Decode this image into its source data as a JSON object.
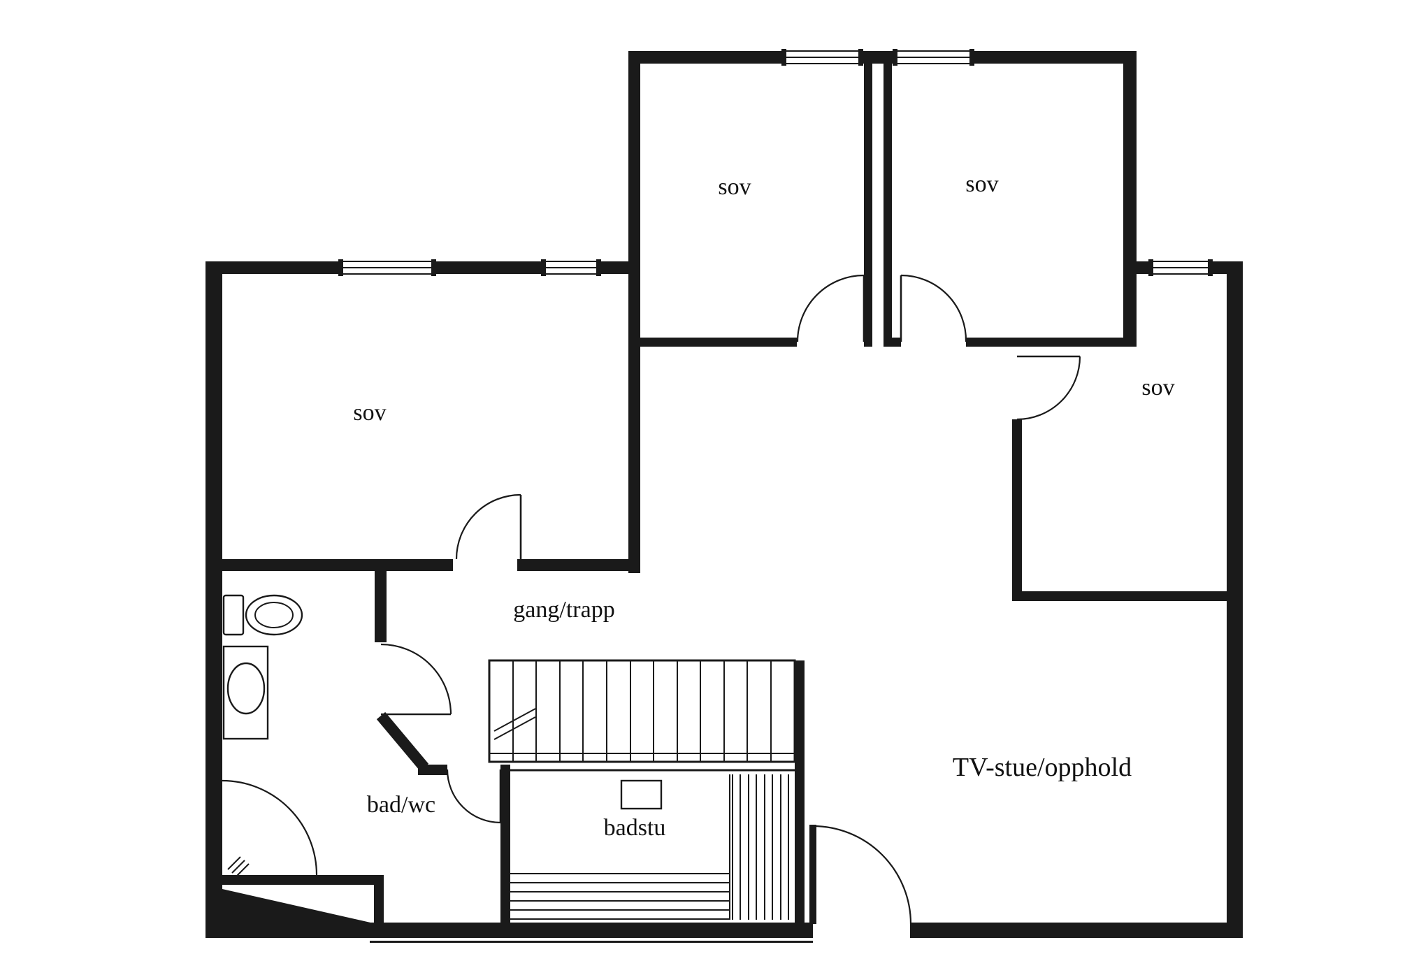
{
  "meta": {
    "background_color": "#ffffff",
    "line_color": "#1a1a1a"
  },
  "rooms": {
    "bedroom_left": {
      "label": "sov"
    },
    "bedroom_top_left": {
      "label": "sov"
    },
    "bedroom_top_right": {
      "label": "sov"
    },
    "bedroom_right": {
      "label": "sov"
    },
    "hallway_stairs": {
      "label": "gang/trapp"
    },
    "bathroom": {
      "label": "bad/wc"
    },
    "sauna": {
      "label": "badstu"
    },
    "tv_living": {
      "label": "TV-stue/opphold"
    }
  },
  "fixtures": {
    "toilet": "toilet",
    "sink": "sink",
    "shower": "shower",
    "staircase": "staircase",
    "sauna_benches": "sauna-benches",
    "sauna_heater": "sauna-heater",
    "corner_triangle": "filled-corner-triangle"
  }
}
